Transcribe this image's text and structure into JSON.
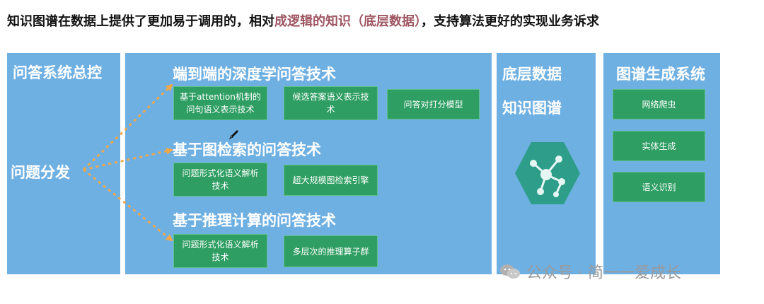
{
  "headline": {
    "before": "知识图谱在数据上提供了更加易于调用的，相对",
    "highlight": "成逻辑的知识（底层数据）",
    "after": "，支持算法更好的实现业务诉求"
  },
  "left_panel": {
    "title": "问答系统总控",
    "dispatch": "问题分发"
  },
  "middle_panel": {
    "groups": [
      {
        "title": "端到端的深度学问答技术",
        "items": [
          "基于attention机制的问句语义表示技术",
          "候选答案语义表示技术",
          "问答对打分模型"
        ]
      },
      {
        "title": "基于图检索的问答技术",
        "items": [
          "问题形式化语义解析技术",
          "超大规模图检索引擎"
        ]
      },
      {
        "title": "基于推理计算的问答技术",
        "items": [
          "问题形式化语义解析技术",
          "多层次的推理算子群"
        ]
      }
    ]
  },
  "base_panel": {
    "line1": "底层数据",
    "line2": "知识图谱"
  },
  "graph_panel": {
    "title": "图谱生成系统",
    "items": [
      "网络爬虫",
      "实体生成",
      "语义识别"
    ]
  },
  "watermark": {
    "text": "公众号 · 简一一爱成长"
  },
  "colors": {
    "panel": "#6fb0e3",
    "box": "#2e9e62",
    "arrow": "#f0a848",
    "highlight": "#9e5561",
    "hexagon": "#2e9e8a"
  },
  "icons": [
    "wechat-icon",
    "knowledge-graph-hexagon-icon",
    "pen-cursor-icon"
  ]
}
